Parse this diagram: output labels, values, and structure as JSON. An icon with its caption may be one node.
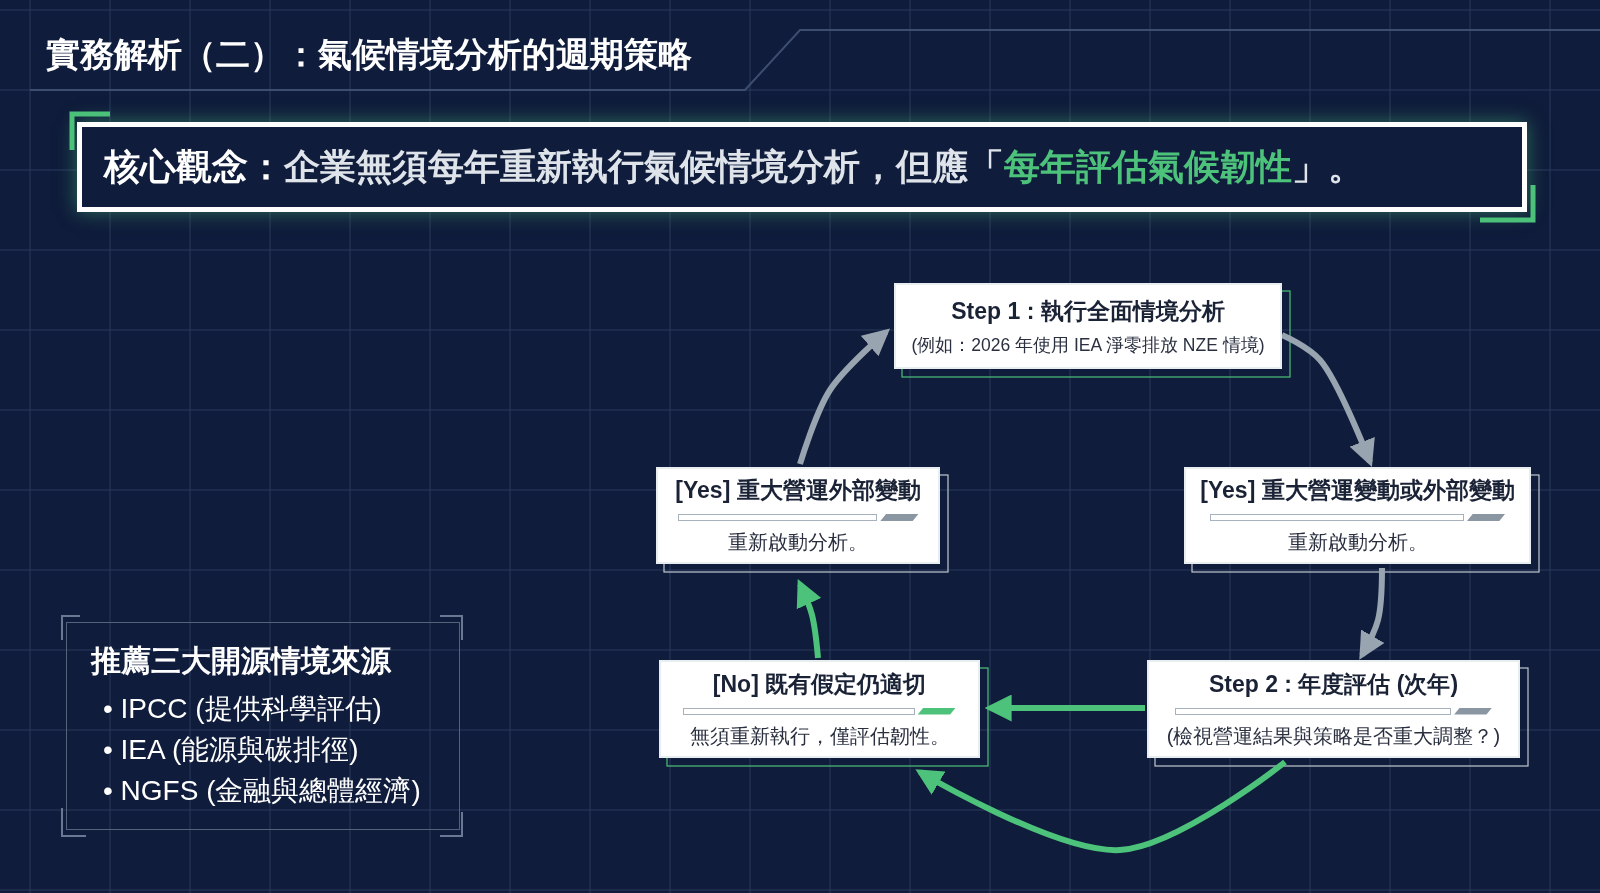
{
  "diagram": {
    "title": "實務解析（二）：氣候情境分析的週期策略",
    "nodes": [
      {
        "text": [
          "核心觀念：",
          "企業無須每年重新執行氣候情境分析，但應「**每年評估氣候韌性**」。"
        ]
      },
      {
        "text": [
          "Step 1 : 執行全面情境分析",
          "(例如：2026 年使用 IEA 淨零排放 NZE 情境)"
        ]
      },
      {
        "text": [
          "[Yes] 重大營運外部變動",
          "重新啟動分析。"
        ]
      },
      {
        "text": [
          "[Yes] 重大營運變動或外部變動",
          "重新啟動分析。"
        ]
      },
      {
        "text": [
          "[No] 既有假定仍適切",
          "無須重新執行，僅評估韌性。"
        ]
      },
      {
        "text": [
          "Step 2 : 年度評估 (次年)",
          "(檢視營運結果與策略是否重大調整？)"
        ]
      },
      {
        "text": [
          "推薦三大開源情境來源",
          "• IPCC (提供科學評估)",
          "• IEA (能源與碳排徑)",
          "• NGFS (金融與總體經濟)"
        ]
      }
    ],
    "edges": [
      {
        "from": 1,
        "to": 3,
        "arrow": "to",
        "color": "#98a4b0"
      },
      {
        "from": 3,
        "to": 5,
        "arrow": "to",
        "color": "#98a4b0"
      },
      {
        "from": 5,
        "to": 4,
        "arrow": "to",
        "color": "#4cc27a"
      },
      {
        "from": 5,
        "to": 4,
        "arrow": "to",
        "color": "#4cc27a"
      },
      {
        "from": 4,
        "to": 2,
        "arrow": "to",
        "color": "#4cc27a"
      },
      {
        "from": 2,
        "to": 1,
        "arrow": "to",
        "color": "#98a4b0"
      }
    ]
  }
}
